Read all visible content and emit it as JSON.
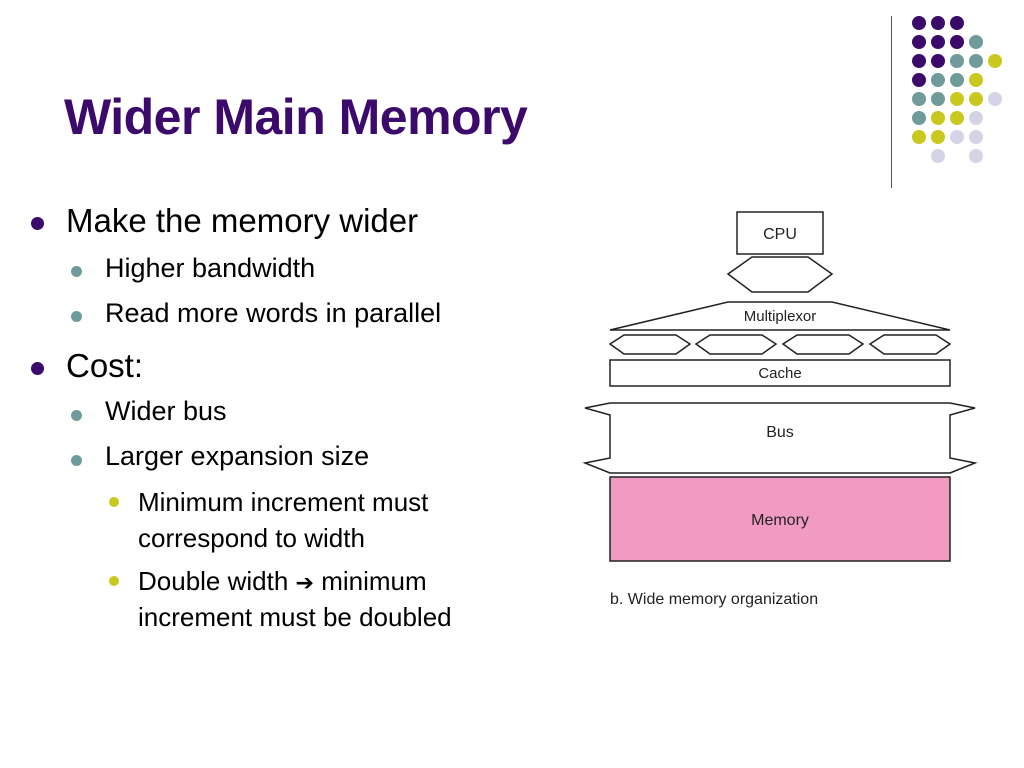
{
  "slide": {
    "title": "Wider Main Memory",
    "bullets": {
      "l1_a": "Make the memory wider",
      "l2_a1": "Higher bandwidth",
      "l2_a2": "Read more words in parallel",
      "l1_b": "Cost:",
      "l2_b1": "Wider bus",
      "l2_b2": "Larger expansion size",
      "l3_1_line1": "Minimum increment must",
      "l3_1_line2": "correspond to width",
      "l3_2_line1_a": "Double width",
      "l3_2_arrow": "➔",
      "l3_2_line1_b": "minimum",
      "l3_2_line2": "increment must be doubled"
    }
  },
  "diagram": {
    "cpu_label": "CPU",
    "multiplexor_label": "Multiplexor",
    "cache_label": "Cache",
    "bus_label": "Bus",
    "memory_label": "Memory",
    "caption": "b. Wide memory organization"
  },
  "colors": {
    "title": "#3b0a6b",
    "level1_bullet": "#3b0a6b",
    "level2_bullet": "#6f9b9b",
    "level3_bullet": "#c8c81e",
    "memory_fill": "#f19ac2",
    "dot_purple": "#3b0a6b",
    "dot_teal": "#6f9b9b",
    "dot_yellow": "#c8c81e",
    "dot_lavender": "#d4d4e6"
  }
}
